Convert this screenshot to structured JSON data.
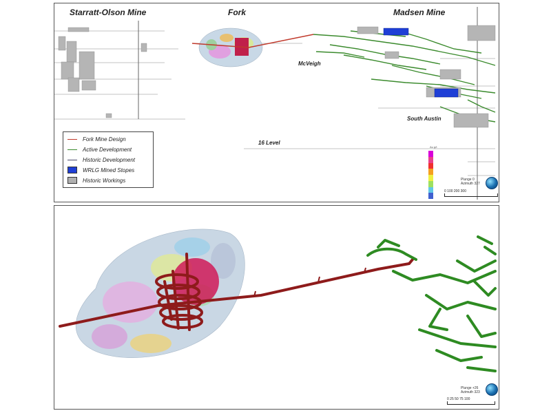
{
  "top_panel": {
    "mine_titles": {
      "starratt": "Starratt-Olson Mine",
      "fork": "Fork",
      "madsen": "Madsen Mine"
    },
    "level_labels": {
      "mcveigh": "McVeigh",
      "south_austin": "South Austin",
      "level16": "16 Level"
    },
    "legend": {
      "items": [
        {
          "label": "Fork Mine Design",
          "color": "#c0392b",
          "kind": "line"
        },
        {
          "label": "Active Development",
          "color": "#3a8a2c",
          "kind": "line"
        },
        {
          "label": "Historic Development",
          "color": "#4a4a6a",
          "kind": "line"
        },
        {
          "label": "WRLG Mined Stopes",
          "color": "#1f3fd6",
          "kind": "box"
        },
        {
          "label": "Historic Workings",
          "color": "#b0b0b0",
          "kind": "box"
        }
      ]
    },
    "colorbar": {
      "title": "Au g/t",
      "colors": [
        "#d900d9",
        "#e8408a",
        "#f03030",
        "#f5a020",
        "#f0f040",
        "#9ee060",
        "#60c8e8",
        "#4060d0"
      ]
    },
    "orientation": {
      "line1": "Plunge 0",
      "line2": "Azimuth 327"
    },
    "scale_ticks": "0      100     200     300"
  },
  "bottom_panel": {
    "orientation": {
      "line1": "Plunge +26",
      "line2": "Azimuth 323"
    },
    "scale_ticks": "0    25    50    75   100"
  }
}
